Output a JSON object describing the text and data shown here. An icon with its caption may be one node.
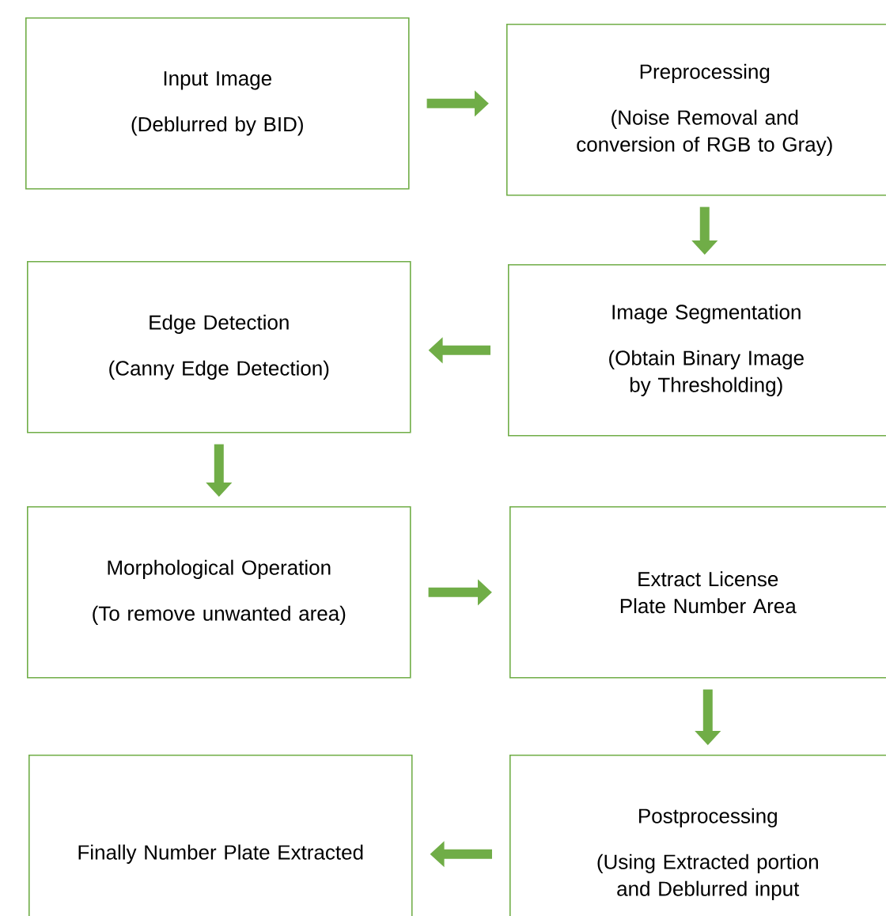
{
  "diagram": {
    "nodes": [
      {
        "text": [
          "Input Image",
          "(Deblurred by BID)"
        ]
      },
      {
        "text": [
          "Preprocessing",
          "(Noise Removal and conversion of RGB to Gray)"
        ]
      },
      {
        "text": [
          "Image Segmentation",
          "(Obtain Binary Image by Thresholding)"
        ]
      },
      {
        "text": [
          "Edge Detection",
          "(Canny Edge Detection)"
        ]
      },
      {
        "text": [
          "Morphological Operation",
          "(To remove unwanted area)"
        ]
      },
      {
        "text": [
          "Extract License Plate Number Area"
        ]
      },
      {
        "text": [
          "Finally Number Plate Extracted"
        ]
      },
      {
        "text": [
          "Postprocessing",
          "(Using Extracted portion and Deblurred input"
        ]
      }
    ],
    "edges": [
      {
        "from": 0,
        "to": 1,
        "arrow": "to"
      },
      {
        "from": 1,
        "to": 2,
        "arrow": "to"
      },
      {
        "from": 2,
        "to": 3,
        "arrow": "to"
      },
      {
        "from": 3,
        "to": 4,
        "arrow": "to"
      },
      {
        "from": 4,
        "to": 5,
        "arrow": "to"
      },
      {
        "from": 5,
        "to": 7,
        "arrow": "to"
      },
      {
        "from": 7,
        "to": 6,
        "arrow": "to"
      }
    ]
  }
}
